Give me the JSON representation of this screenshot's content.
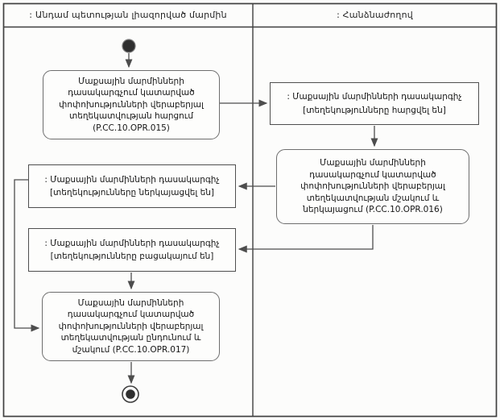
{
  "lanes": {
    "left": {
      "label": ": Անդամ պետության լիազորված մարմին"
    },
    "right": {
      "label": ": Հանձնաժողով"
    }
  },
  "nodes": {
    "opr015": {
      "label": "Մաքսային մարմինների դասակարգչում կատարված փոփոխությունների վերաբերյալ տեղեկատվության հարցում (P.CC.10.OPR.015)"
    },
    "classifier_queried": {
      "name": ": Մաքսային մարմինների դասակարգիչ",
      "state": "[տեղեկությունները հարցվել են]"
    },
    "opr016": {
      "label": "Մաքսային մարմինների դասակարգչում կատարված փոփոխությունների վերաբերյալ տեղեկատվության մշակում և ներկայացում (P.CC.10.OPR.016)"
    },
    "classifier_submitted": {
      "name": ": Մաքսային մարմինների դասակարգիչ",
      "state": "[տեղեկությունները ներկայացվել են]"
    },
    "classifier_absent": {
      "name": ": Մաքսային մարմինների դասակարգիչ",
      "state": "[տեղեկությունները բացակայում են]"
    },
    "opr017": {
      "label": "Մաքսային մարմինների դասակարգչում կատարված փոփոխությունների վերաբերյալ տեղեկատվության ընդունում և մշակում (P.CC.10.OPR.017)"
    }
  },
  "colors": {
    "frame": "#3f3f3f",
    "connector": "#4d4d4d",
    "activity_border": "#6e6e6e",
    "object_border": "#4f4f4f",
    "background": "#fcfcfb",
    "node_fill": "#2f2f2f"
  }
}
